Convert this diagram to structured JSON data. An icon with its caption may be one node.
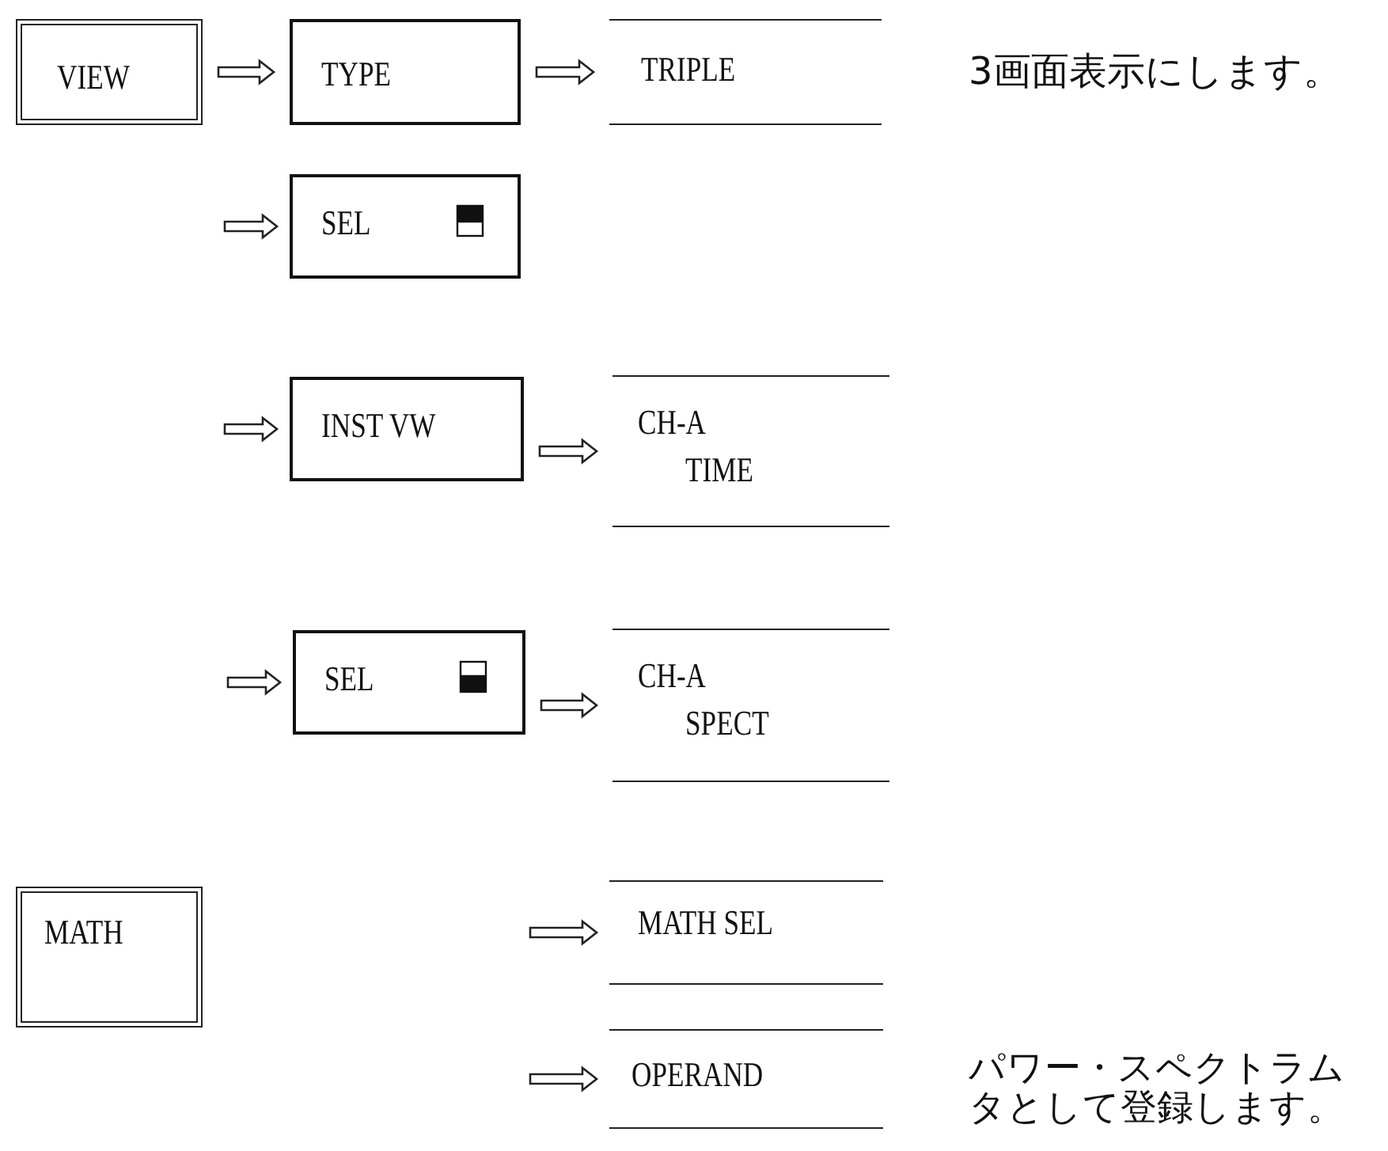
{
  "diagram": {
    "nodes": [
      {
        "text": [
          "VIEW"
        ]
      },
      {
        "text": [
          "TYPE"
        ]
      },
      {
        "text": [
          "TRIPLE"
        ]
      },
      {
        "text": [
          "SEL"
        ]
      },
      {
        "text": [
          "INST VW"
        ]
      },
      {
        "text": [
          "CH-A",
          "TIME"
        ]
      },
      {
        "text": [
          "SEL"
        ]
      },
      {
        "text": [
          "CH-A",
          "SPECT"
        ]
      },
      {
        "text": [
          "MATH"
        ]
      },
      {
        "text": [
          "MATH SEL"
        ]
      },
      {
        "text": [
          "OPERAND"
        ]
      }
    ],
    "edges": [
      {
        "from": 0,
        "to": 1,
        "arrow": "to"
      },
      {
        "from": 1,
        "to": 2,
        "arrow": "to"
      },
      {
        "from": null,
        "to": 3,
        "arrow": "to"
      },
      {
        "from": null,
        "to": 4,
        "arrow": "to"
      },
      {
        "from": 4,
        "to": 5,
        "arrow": "to"
      },
      {
        "from": null,
        "to": 6,
        "arrow": "to"
      },
      {
        "from": 6,
        "to": 7,
        "arrow": "to"
      },
      {
        "from": null,
        "to": 9,
        "arrow": "to"
      },
      {
        "from": null,
        "to": 10,
        "arrow": "to"
      }
    ],
    "labels": [
      "3画面表示にします。",
      "パワー・スペクトラム",
      "タとして登録します。"
    ]
  }
}
